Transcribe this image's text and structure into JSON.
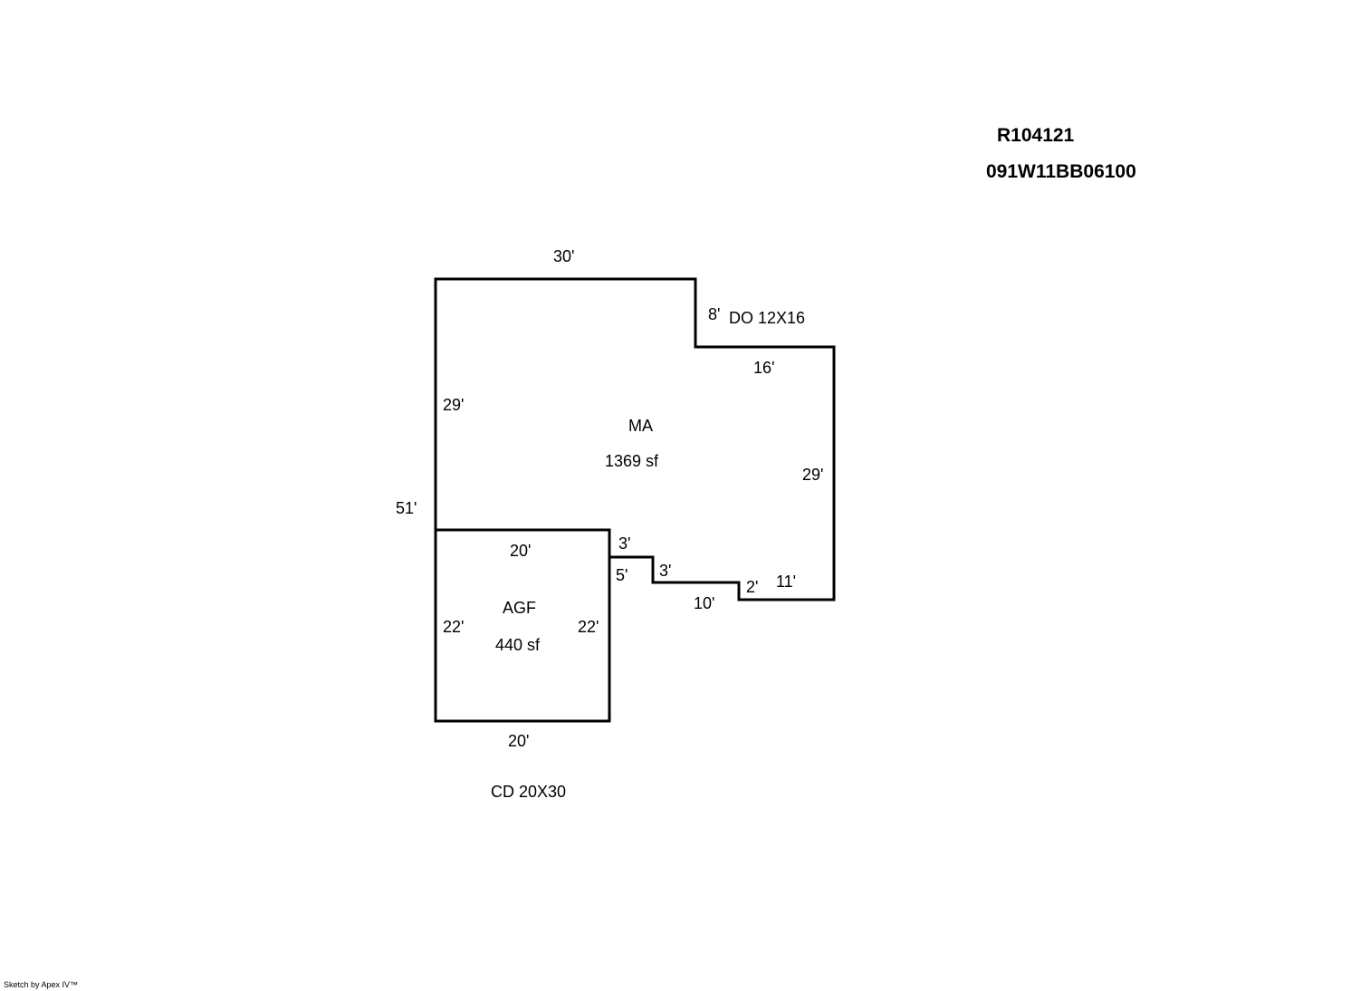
{
  "header": {
    "record_id": "R104121",
    "parcel_id": "091W11BB06100"
  },
  "areas": {
    "main": {
      "code": "MA",
      "area": "1369 sf"
    },
    "garage": {
      "code": "AGF",
      "area": "440 sf"
    }
  },
  "dimensions": {
    "main_top": "30'",
    "main_step_right": "8'",
    "main_step_top": "16'",
    "main_left_upper": "29'",
    "main_right": "29'",
    "overall_left": "51'",
    "notch_top": "3'",
    "notch_right": "3'",
    "notch_left": "5'",
    "lower_run": "10'",
    "small_step": "2'",
    "lower_right_run": "11'",
    "garage_top": "20'",
    "garage_left": "22'",
    "garage_right": "22'",
    "garage_bottom": "20'"
  },
  "notes": {
    "dormer": "DO 12X16",
    "deck": "CD  20X30"
  },
  "footer": {
    "credit": "Sketch by Apex IV™"
  }
}
